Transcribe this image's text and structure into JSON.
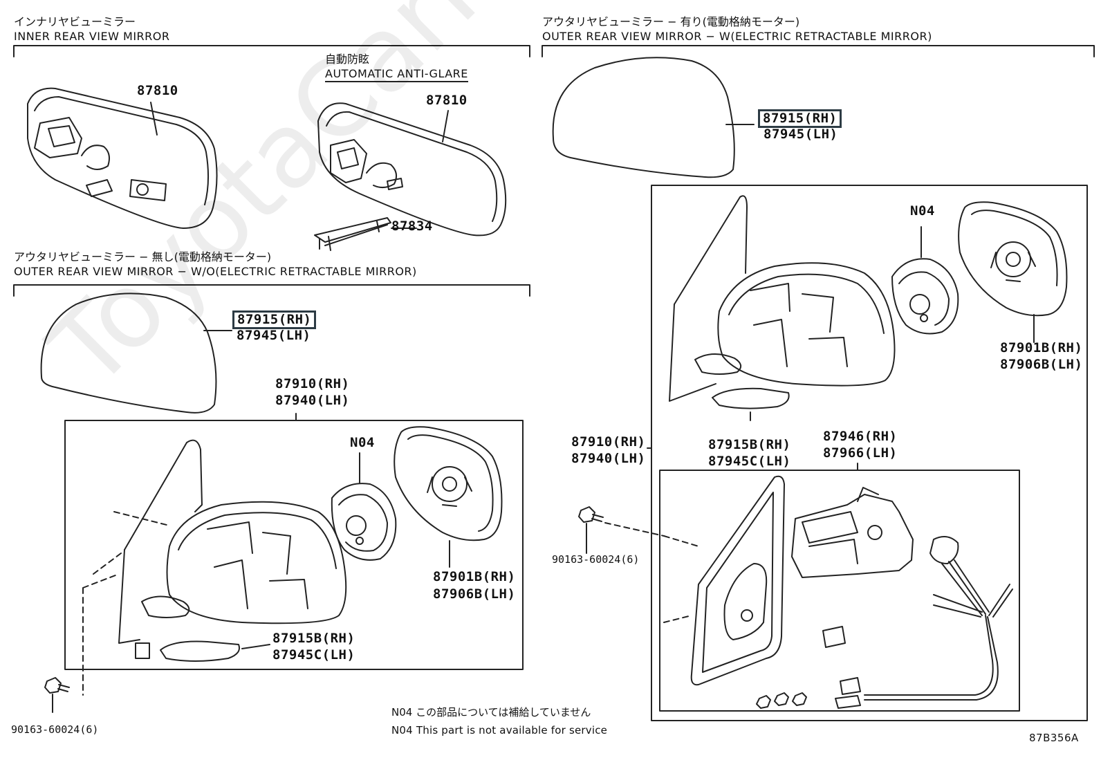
{
  "sections": {
    "inner": {
      "jp": "インナリヤビューミラー",
      "en": "INNER REAR VIEW MIRROR"
    },
    "anti_glare": {
      "jp": "自動防眩",
      "en": "AUTOMATIC ANTI-GLARE"
    },
    "outer_wo": {
      "jp": "アウタリヤビューミラー − 無し(電動格納モーター)",
      "en": "OUTER REAR VIEW MIRROR − W/O(ELECTRIC RETRACTABLE MIRROR)"
    },
    "outer_w": {
      "jp": "アウタリヤビューミラー − 有り(電動格納モーター)",
      "en": "OUTER REAR VIEW MIRROR − W(ELECTRIC RETRACTABLE MIRROR)"
    }
  },
  "parts": {
    "p87810_a": "87810",
    "p87810_b": "87810",
    "p87834": "87834",
    "wo_cover_rh": "87915(RH)",
    "wo_cover_lh": "87945(LH)",
    "wo_assy_rh": "87910(RH)",
    "wo_assy_lh": "87940(LH)",
    "wo_n04": "N04",
    "wo_glass_rh": "87901B(RH)",
    "wo_glass_lh": "87906B(LH)",
    "wo_lamp_rh": "87915B(RH)",
    "wo_lamp_lh": "87945C(LH)",
    "wo_bolt": "90163-60024(6)",
    "w_cover_rh": "87915(RH)",
    "w_cover_lh": "87945(LH)",
    "w_n04": "N04",
    "w_glass_rh": "87901B(RH)",
    "w_glass_lh": "87906B(LH)",
    "w_lamp_rh": "87915B(RH)",
    "w_lamp_lh": "87945C(LH)",
    "w_assy_rh": "87910(RH)",
    "w_assy_lh": "87940(LH)",
    "w_motor_rh": "87946(RH)",
    "w_motor_lh": "87966(LH)",
    "w_bolt": "90163-60024(6)"
  },
  "notes": {
    "n04_jp": "N04 この部品については補給していません",
    "n04_en": "N04 This part is not available for service",
    "figure_code": "87B356A"
  },
  "watermark": "ToyotaCarMine.ru",
  "colors": {
    "highlight": "#2d3b44",
    "line": "#222222"
  }
}
